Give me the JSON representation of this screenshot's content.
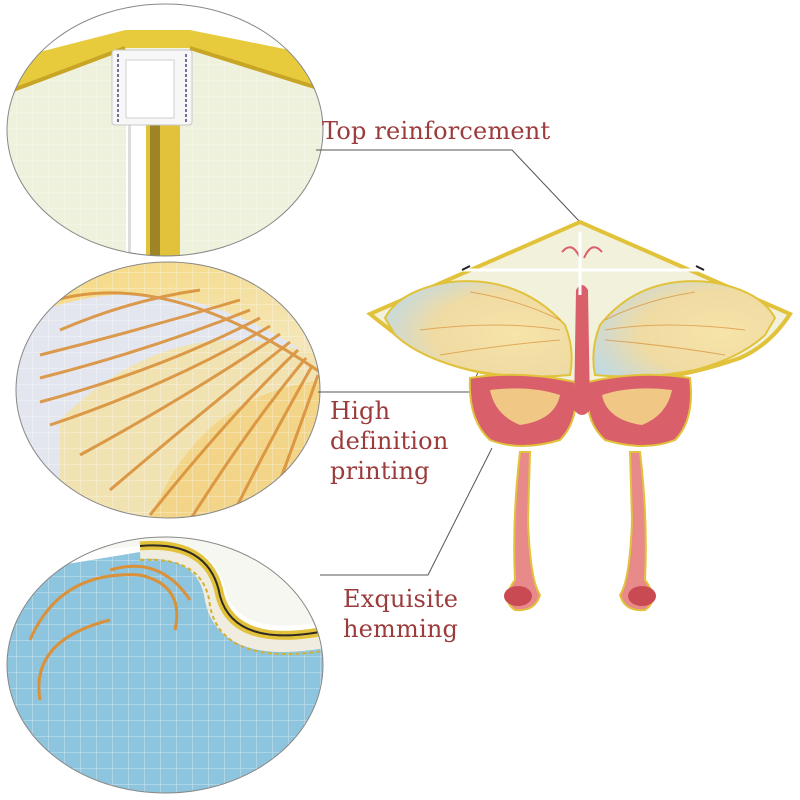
{
  "callouts": {
    "top_reinforcement": "Top reinforcement",
    "high_definition_printing": [
      "High",
      "definition",
      "printing"
    ],
    "exquisite_hemming": [
      "Exquisite",
      "hemming"
    ]
  },
  "colors": {
    "label_text": "#9b3b3b",
    "leader_line": "#555555",
    "kite_yellow_trim": "#e2c23a",
    "kite_base": "#f2f1dc",
    "wing_blue": "#b9d9ea",
    "wing_yellow": "#f3d98a",
    "wing_red": "#d9606a",
    "wing_orange_vein": "#d9913a"
  }
}
